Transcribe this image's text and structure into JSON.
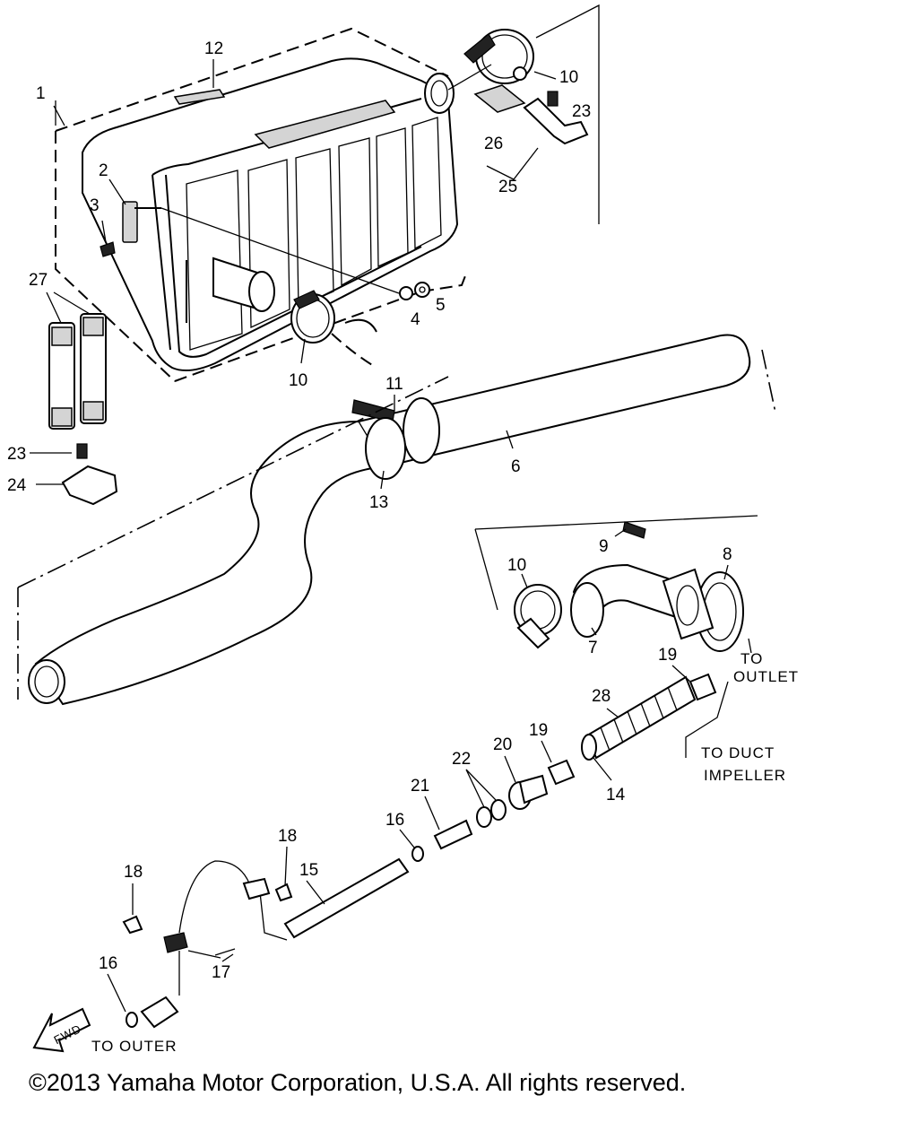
{
  "callouts": {
    "c1": "1",
    "c2": "2",
    "c3": "3",
    "c4": "4",
    "c5": "5",
    "c6": "6",
    "c7": "7",
    "c8": "8",
    "c9": "9",
    "c10a": "10",
    "c10b": "10",
    "c10c": "10",
    "c11": "11",
    "c12": "12",
    "c13": "13",
    "c14": "14",
    "c15": "15",
    "c16a": "16",
    "c16b": "16",
    "c17": "17",
    "c18a": "18",
    "c18b": "18",
    "c19a": "19",
    "c19b": "19",
    "c20": "20",
    "c21": "21",
    "c22": "22",
    "c23a": "23",
    "c23b": "23",
    "c24": "24",
    "c25": "25",
    "c26": "26",
    "c27": "27",
    "c28": "28"
  },
  "notes": {
    "to_outlet_1": "TO",
    "to_outlet_2": "OUTLET",
    "to_duct_1": "TO DUCT",
    "to_duct_2": "IMPELLER",
    "to_outer": "TO OUTER",
    "fwd": "FWD"
  },
  "copyright": "©2013 Yamaha Motor Corporation, U.S.A. All rights reserved."
}
